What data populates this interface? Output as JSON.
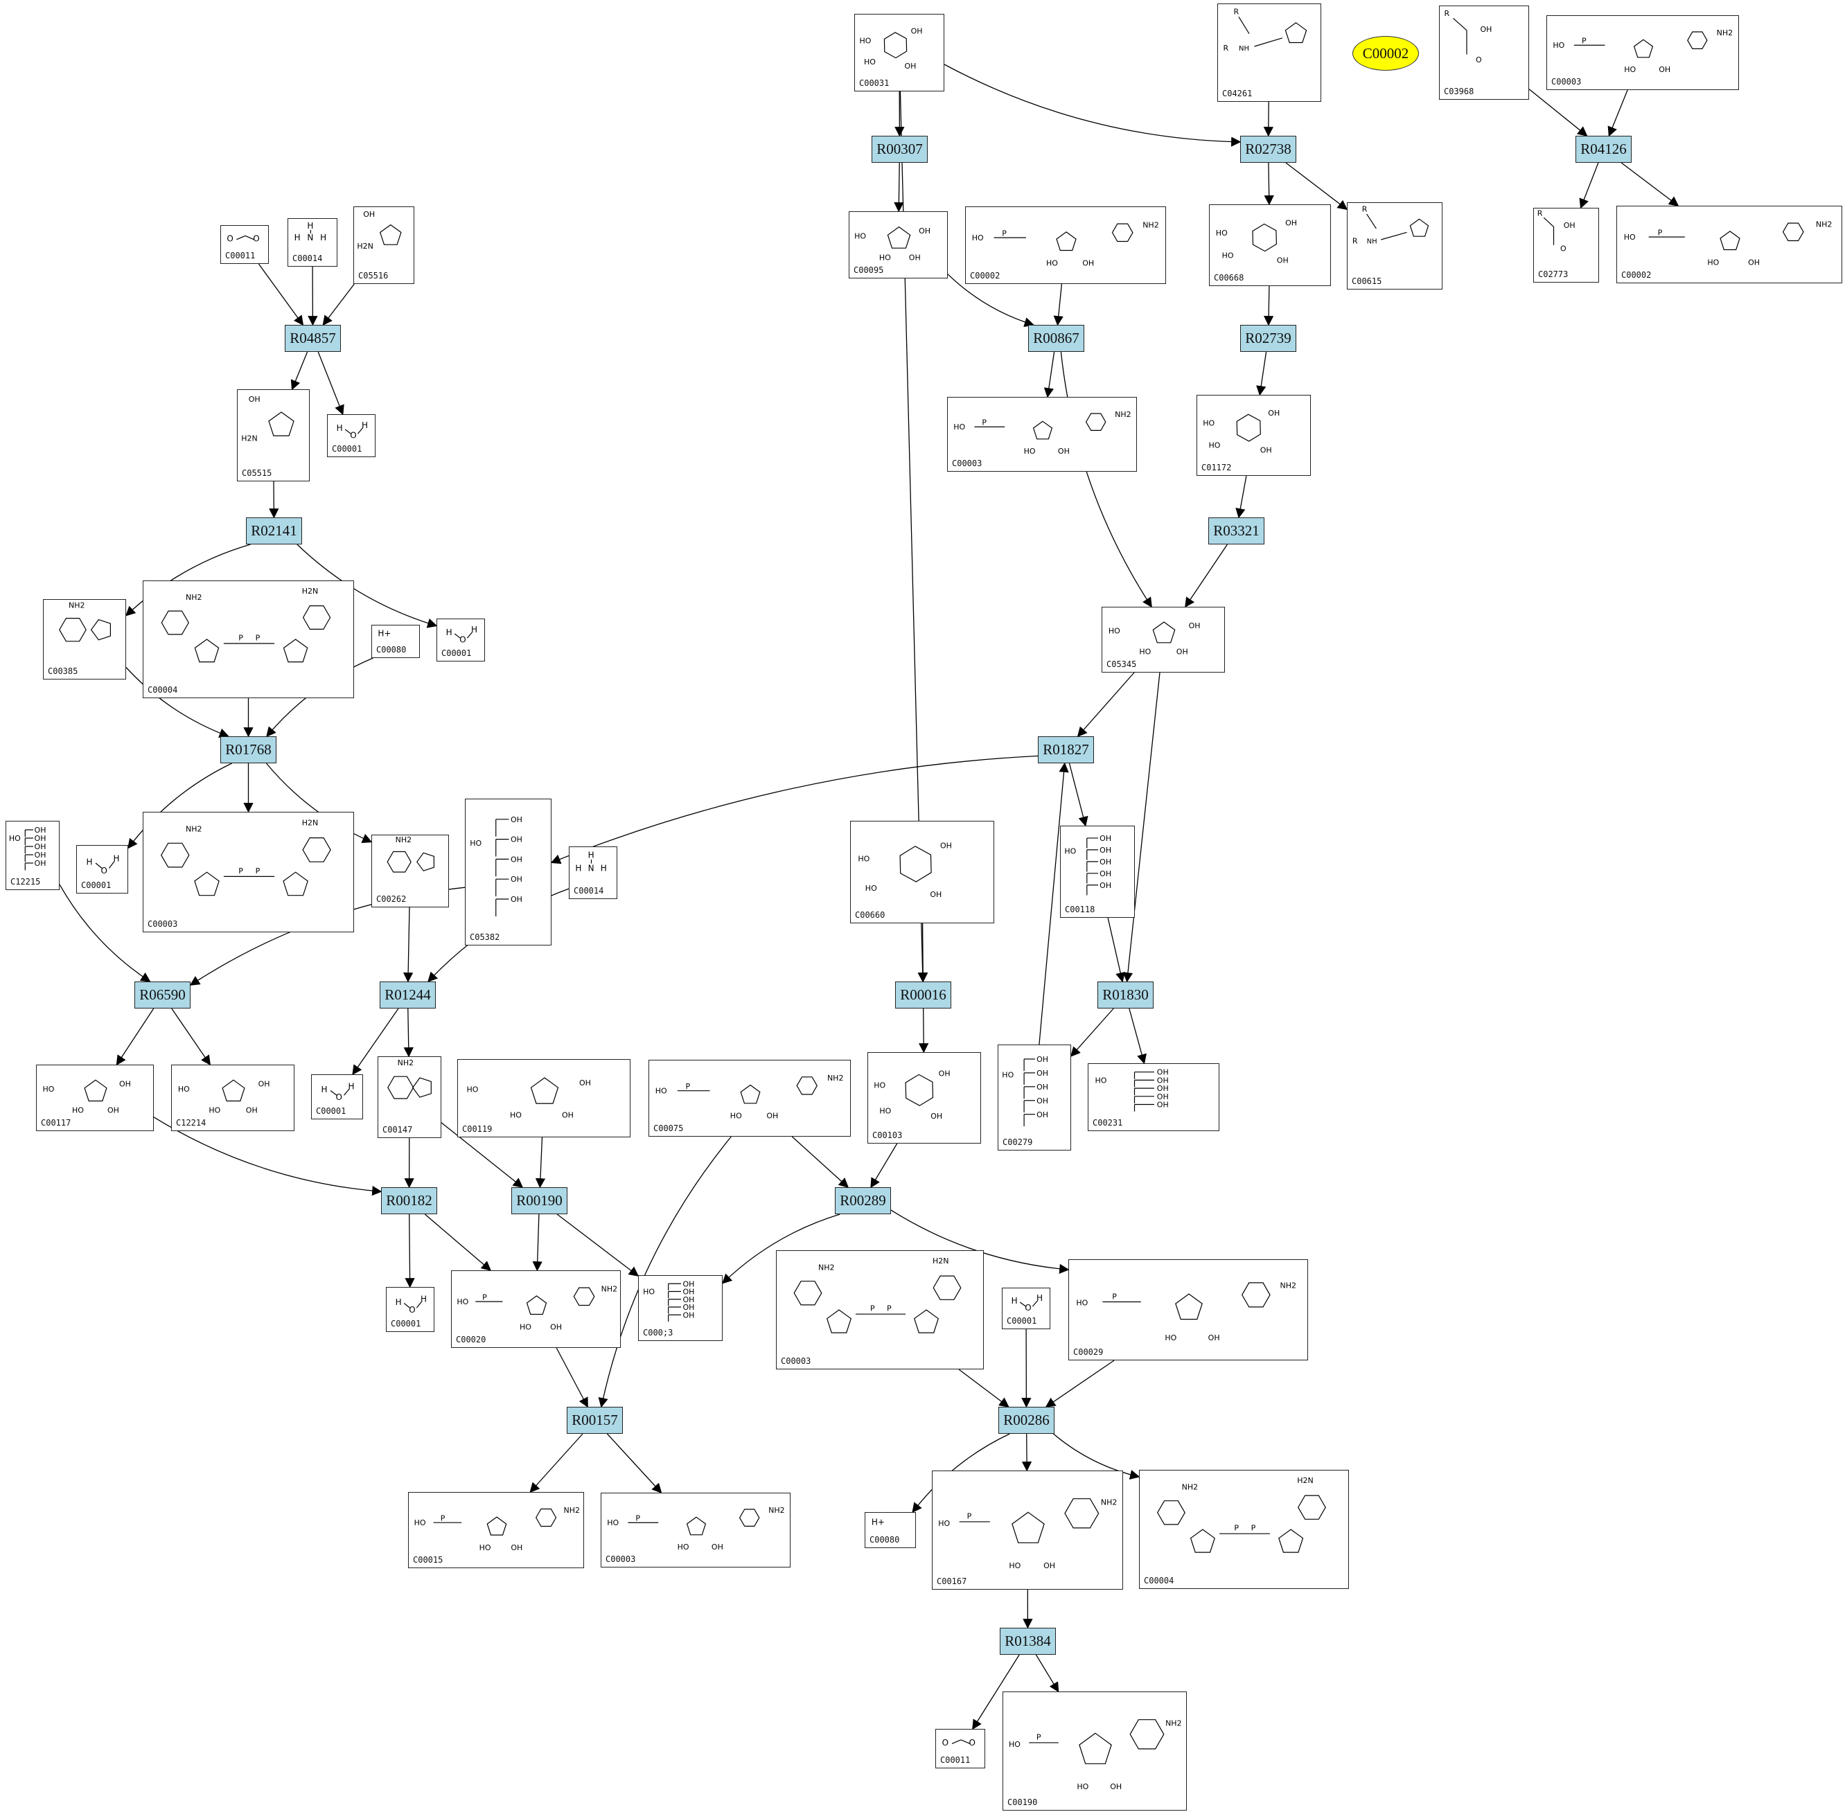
{
  "highlight": {
    "label": "C00002",
    "color": "#ffff00"
  },
  "colors": {
    "reaction_fill": "#add8e6",
    "edge": "#000000"
  },
  "compounds": [
    {
      "id": "C00031"
    },
    {
      "id": "C04261"
    },
    {
      "id": "C03968"
    },
    {
      "id": "C00003"
    },
    {
      "id": "C00095"
    },
    {
      "id": "C00002"
    },
    {
      "id": "C00668"
    },
    {
      "id": "C00615"
    },
    {
      "id": "C02773"
    },
    {
      "id": "C00002"
    },
    {
      "id": "C00011"
    },
    {
      "id": "C00014"
    },
    {
      "id": "C05516"
    },
    {
      "id": "C05515"
    },
    {
      "id": "C00001"
    },
    {
      "id": "C00003"
    },
    {
      "id": "C01172"
    },
    {
      "id": "C00385"
    },
    {
      "id": "C00004"
    },
    {
      "id": "C00080"
    },
    {
      "id": "C00001"
    },
    {
      "id": "C05345"
    },
    {
      "id": "C12215"
    },
    {
      "id": "C00001"
    },
    {
      "id": "C00003"
    },
    {
      "id": "C00262"
    },
    {
      "id": "C05382"
    },
    {
      "id": "C00014"
    },
    {
      "id": "C00660"
    },
    {
      "id": "C00118"
    },
    {
      "id": "C00117"
    },
    {
      "id": "C12214"
    },
    {
      "id": "C00001"
    },
    {
      "id": "C00147"
    },
    {
      "id": "C00119"
    },
    {
      "id": "C00075"
    },
    {
      "id": "C00103"
    },
    {
      "id": "C00279"
    },
    {
      "id": "C00231"
    },
    {
      "id": "C00001"
    },
    {
      "id": "C00020"
    },
    {
      "id": "C000;3"
    },
    {
      "id": "C00003"
    },
    {
      "id": "C00001"
    },
    {
      "id": "C00029"
    },
    {
      "id": "C00015"
    },
    {
      "id": "C00003"
    },
    {
      "id": "C00080"
    },
    {
      "id": "C00167"
    },
    {
      "id": "C00004"
    },
    {
      "id": "C00011"
    },
    {
      "id": "C00190"
    }
  ],
  "reactions": [
    {
      "id": "R00307"
    },
    {
      "id": "R02738"
    },
    {
      "id": "R04126"
    },
    {
      "id": "R04857"
    },
    {
      "id": "R00867"
    },
    {
      "id": "R02739"
    },
    {
      "id": "R02141"
    },
    {
      "id": "R03321"
    },
    {
      "id": "R01768"
    },
    {
      "id": "R01827"
    },
    {
      "id": "R06590"
    },
    {
      "id": "R01244"
    },
    {
      "id": "R00016"
    },
    {
      "id": "R01830"
    },
    {
      "id": "R00182"
    },
    {
      "id": "R00190"
    },
    {
      "id": "R00289"
    },
    {
      "id": "R00157"
    },
    {
      "id": "R00286"
    },
    {
      "id": "R01384"
    }
  ],
  "structure_text": {
    "oh": "OH",
    "ho": "HO",
    "nh2": "NH2",
    "h2n": "H2N",
    "hplus": "H+",
    "o": "O",
    "p": "P",
    "n": "N",
    "nh": "NH",
    "h": "H",
    "r": "R"
  },
  "edges": [
    [
      "C00031",
      "R00307"
    ],
    [
      "C00031",
      "R02738"
    ],
    [
      "C00031",
      "R00016"
    ],
    [
      "C04261",
      "R02738"
    ],
    [
      "C03968",
      "R04126"
    ],
    [
      "C00003_top",
      "R04126"
    ],
    [
      "R00307",
      "C00095"
    ],
    [
      "R02738",
      "C00668"
    ],
    [
      "R02738",
      "C00615"
    ],
    [
      "R04126",
      "C02773"
    ],
    [
      "R04126",
      "C00002_r"
    ],
    [
      "C00095",
      "R00867"
    ],
    [
      "C00002_mid",
      "R00867"
    ],
    [
      "R00867",
      "C00003_mid"
    ],
    [
      "R00867",
      "C05345"
    ],
    [
      "C00668",
      "R02739"
    ],
    [
      "R02739",
      "C01172"
    ],
    [
      "C01172",
      "R03321"
    ],
    [
      "R03321",
      "C05345"
    ],
    [
      "C00011_a",
      "R04857"
    ],
    [
      "C00014_a",
      "R04857"
    ],
    [
      "C05516",
      "R04857"
    ],
    [
      "R04857",
      "C05515"
    ],
    [
      "R04857",
      "C00001_a"
    ],
    [
      "C05515",
      "R02141"
    ],
    [
      "R02141",
      "C00385"
    ],
    [
      "R02141",
      "C00001_b"
    ],
    [
      "C00385",
      "R01768"
    ],
    [
      "C00004_a",
      "R01768"
    ],
    [
      "C00080_a",
      "R01768"
    ],
    [
      "R01768",
      "C00001_c"
    ],
    [
      "R01768",
      "C00003_b"
    ],
    [
      "R01768",
      "C00262"
    ],
    [
      "C05345",
      "R01827"
    ],
    [
      "C05345",
      "R01830"
    ],
    [
      "R01827",
      "C05382"
    ],
    [
      "R01827",
      "C00118"
    ],
    [
      "C00118",
      "R01830"
    ],
    [
      "C00279",
      "R01827"
    ],
    [
      "C12215",
      "R06590"
    ],
    [
      "C05382",
      "R06590"
    ],
    [
      "R06590",
      "C00117"
    ],
    [
      "R06590",
      "C12214"
    ],
    [
      "C00262",
      "R01244"
    ],
    [
      "C00014_b",
      "R01244"
    ],
    [
      "R01244",
      "C00001_d"
    ],
    [
      "R01244",
      "C00147"
    ],
    [
      "C00660",
      "R00016"
    ],
    [
      "R00016",
      "C00103"
    ],
    [
      "R01830",
      "C00279"
    ],
    [
      "R01830",
      "C00231"
    ],
    [
      "C00117",
      "R00182"
    ],
    [
      "C00147",
      "R00182"
    ],
    [
      "C00147",
      "R00190"
    ],
    [
      "C00119",
      "R00190"
    ],
    [
      "R00182",
      "C00001_e"
    ],
    [
      "R00182",
      "C00020"
    ],
    [
      "R00190",
      "C00020"
    ],
    [
      "R00190",
      "C000;3"
    ],
    [
      "C00075",
      "R00289"
    ],
    [
      "C00103",
      "R00289"
    ],
    [
      "R00289",
      "C000;3"
    ],
    [
      "R00289",
      "C00029"
    ],
    [
      "C00020",
      "R00157"
    ],
    [
      "C00075",
      "R00157"
    ],
    [
      "R00157",
      "C00015"
    ],
    [
      "R00157",
      "C00003_c"
    ],
    [
      "C00003_d",
      "R00286"
    ],
    [
      "C00001_f",
      "R00286"
    ],
    [
      "C00029",
      "R00286"
    ],
    [
      "R00286",
      "C00080_b"
    ],
    [
      "R00286",
      "C00167"
    ],
    [
      "R00286",
      "C00004_b"
    ],
    [
      "C00167",
      "R01384"
    ],
    [
      "R01384",
      "C00011_b"
    ],
    [
      "R01384",
      "C00190"
    ]
  ]
}
